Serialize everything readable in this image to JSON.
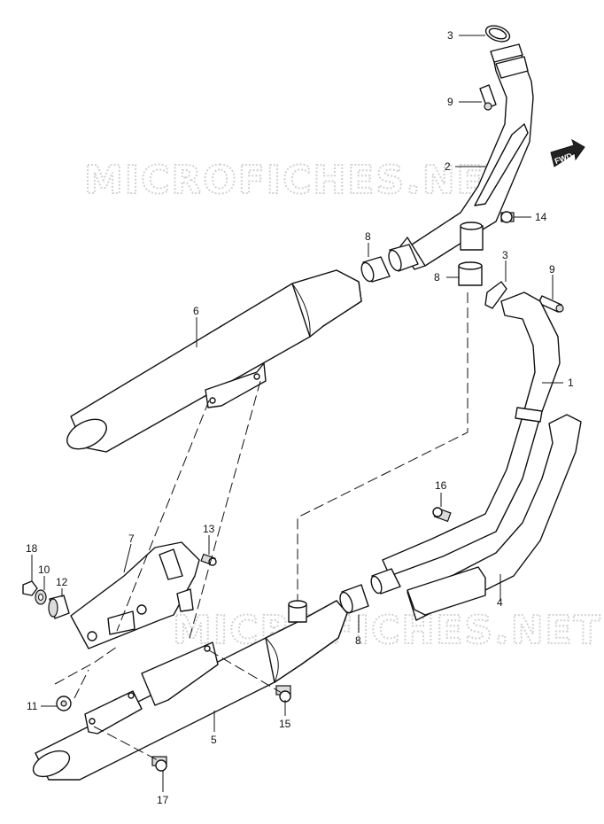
{
  "watermark": "MICROFICHES.NET",
  "fwd_badge": "FWD",
  "callouts": [
    {
      "id": "c1",
      "label": "1"
    },
    {
      "id": "c2",
      "label": "2"
    },
    {
      "id": "c3a",
      "label": "3"
    },
    {
      "id": "c3b",
      "label": "3"
    },
    {
      "id": "c4",
      "label": "4"
    },
    {
      "id": "c5",
      "label": "5"
    },
    {
      "id": "c6",
      "label": "6"
    },
    {
      "id": "c7",
      "label": "7"
    },
    {
      "id": "c8a",
      "label": "8"
    },
    {
      "id": "c8b",
      "label": "8"
    },
    {
      "id": "c8c",
      "label": "8"
    },
    {
      "id": "c9a",
      "label": "9"
    },
    {
      "id": "c9b",
      "label": "9"
    },
    {
      "id": "c10",
      "label": "10"
    },
    {
      "id": "c11",
      "label": "11"
    },
    {
      "id": "c12",
      "label": "12"
    },
    {
      "id": "c13",
      "label": "13"
    },
    {
      "id": "c14",
      "label": "14"
    },
    {
      "id": "c15",
      "label": "15"
    },
    {
      "id": "c16",
      "label": "16"
    },
    {
      "id": "c17",
      "label": "17"
    },
    {
      "id": "c18",
      "label": "18"
    }
  ]
}
